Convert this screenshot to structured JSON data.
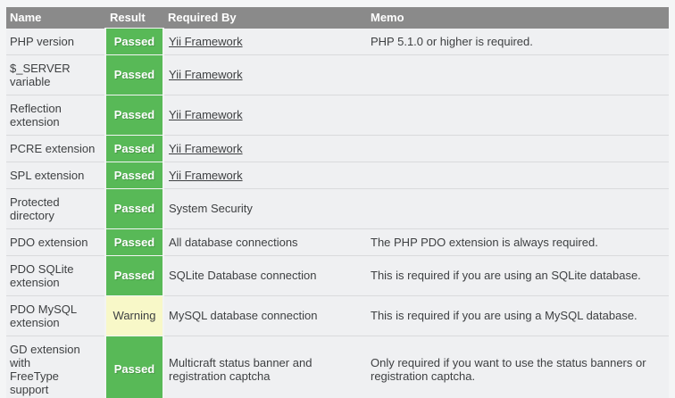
{
  "colors": {
    "page_bg": "#f4f5f6",
    "header_bg": "#8a8a8a",
    "header_text": "#ffffff",
    "row_bg": "#eff0f2",
    "row_border": "#d9dadc",
    "result_gap": "#f2f4f3",
    "passed_bg": "#58b957",
    "passed_text": "#ffffff",
    "warning_bg": "#f8f8c8",
    "warning_text": "#3e4042",
    "text": "#3e4042",
    "next_section_bg": "#f8f9fa"
  },
  "table": {
    "headers": [
      "Name",
      "Result",
      "Required By",
      "Memo"
    ],
    "rows": [
      {
        "name": "PHP version",
        "result": "Passed",
        "status": "passed",
        "required_by": "Yii Framework",
        "required_by_is_link": true,
        "memo": "PHP 5.1.0 or higher is required."
      },
      {
        "name": "$_SERVER\nvariable",
        "result": "Passed",
        "status": "passed",
        "required_by": "Yii Framework",
        "required_by_is_link": true,
        "memo": ""
      },
      {
        "name": "Reflection\nextension",
        "result": "Passed",
        "status": "passed",
        "required_by": "Yii Framework",
        "required_by_is_link": true,
        "memo": ""
      },
      {
        "name": "PCRE extension",
        "result": "Passed",
        "status": "passed",
        "required_by": "Yii Framework",
        "required_by_is_link": true,
        "memo": ""
      },
      {
        "name": "SPL extension",
        "result": "Passed",
        "status": "passed",
        "required_by": "Yii Framework",
        "required_by_is_link": true,
        "memo": ""
      },
      {
        "name": "Protected\ndirectory",
        "result": "Passed",
        "status": "passed",
        "required_by": "System Security",
        "required_by_is_link": false,
        "memo": ""
      },
      {
        "name": "PDO extension",
        "result": "Passed",
        "status": "passed",
        "required_by": "All database connections",
        "required_by_is_link": false,
        "memo": "The PHP PDO extension is always required."
      },
      {
        "name": "PDO SQLite\nextension",
        "result": "Passed",
        "status": "passed",
        "required_by": "SQLite Database connection",
        "required_by_is_link": false,
        "memo": "This is required if you are using an SQLite database."
      },
      {
        "name": "PDO MySQL\nextension",
        "result": "Warning",
        "status": "warning",
        "required_by": "MySQL database connection",
        "required_by_is_link": false,
        "memo": "This is required if you are using a MySQL database."
      },
      {
        "name": "GD extension\nwith\nFreeType\nsupport",
        "result": "Passed",
        "status": "passed",
        "required_by": "Multicraft status banner and registration captcha",
        "required_by_is_link": false,
        "memo": "Only required if you want to use the status banners or registration captcha."
      }
    ]
  }
}
